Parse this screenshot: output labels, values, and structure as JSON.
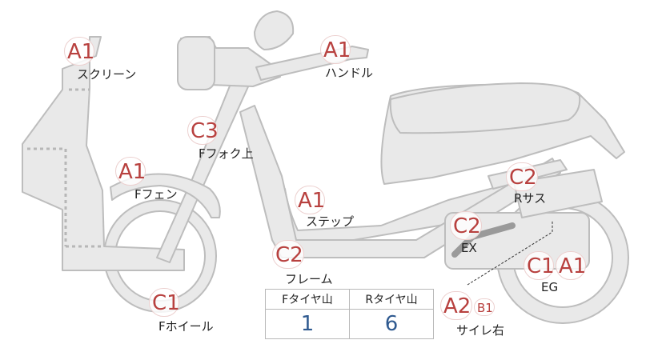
{
  "colors": {
    "body_fill": "#e9e9e9",
    "body_stroke": "#bdbdbd",
    "badge_text": "#b8413f",
    "value_text": "#2f5a90"
  },
  "markers": {
    "screen": {
      "grade": "A1",
      "label": "スクリーン"
    },
    "handle": {
      "grade": "A1",
      "label": "ハンドル"
    },
    "fork_upper": {
      "grade": "C3",
      "label": "Fフォク上"
    },
    "front_fender": {
      "grade": "A1",
      "label": "Fフェン"
    },
    "step": {
      "grade": "A1",
      "label": "ステップ"
    },
    "frame": {
      "grade": "C2",
      "label": "フレーム"
    },
    "front_wheel": {
      "grade": "C1",
      "label": "Fホイール"
    },
    "rear_susp": {
      "grade": "C2",
      "label": "Rサス"
    },
    "exhaust": {
      "grade": "C2",
      "label": "EX"
    },
    "engine": {
      "grades": [
        "C1",
        "A1"
      ],
      "label": "EG"
    },
    "muffler_r": {
      "grade": "A2",
      "sub_grade": "B1",
      "label": "サイレ右"
    }
  },
  "tread_table": {
    "headers": [
      "Fタイヤ山",
      "Rタイヤ山"
    ],
    "values": [
      "1",
      "6"
    ]
  }
}
